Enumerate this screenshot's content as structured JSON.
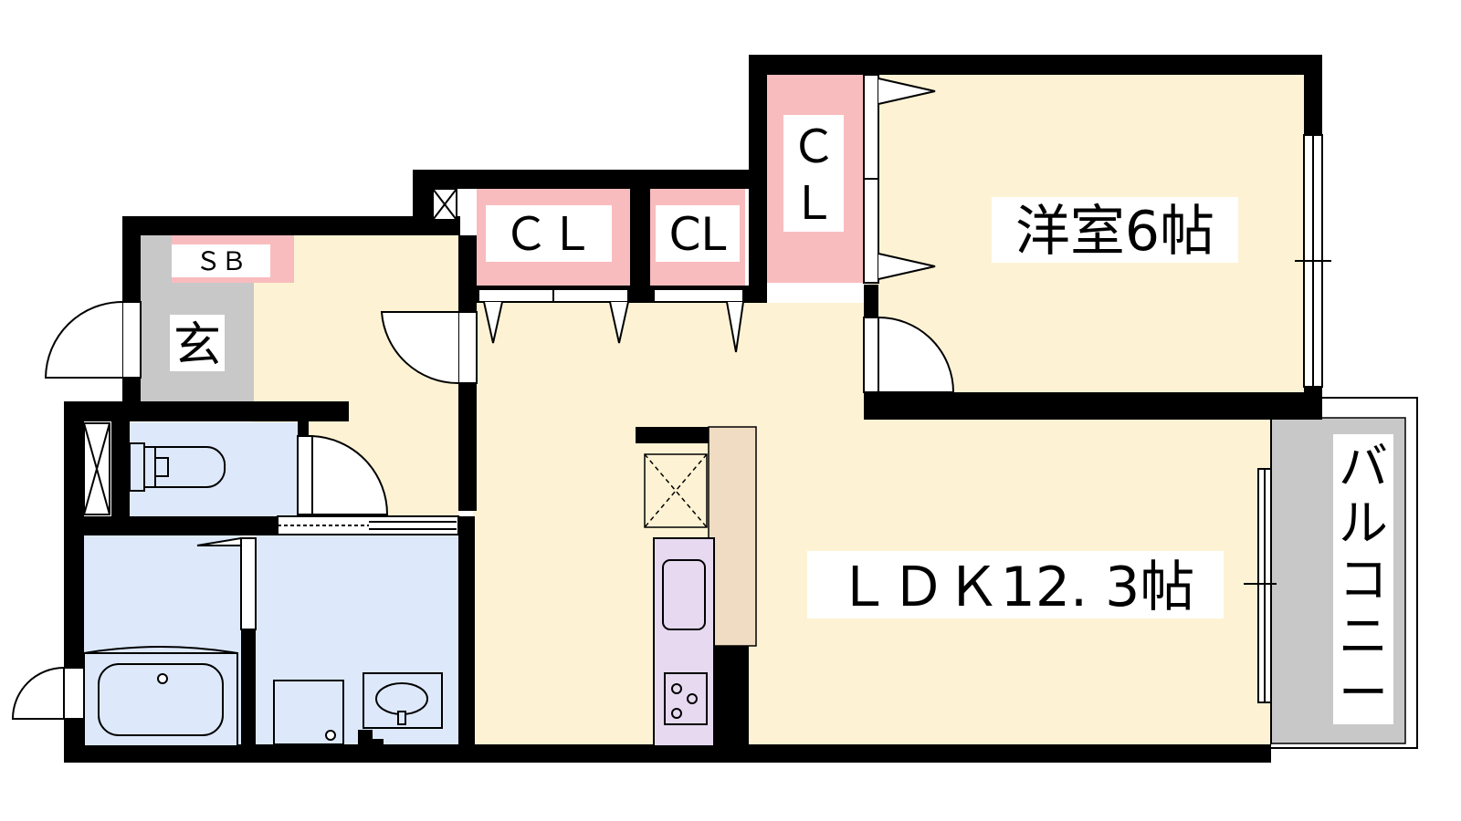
{
  "rooms": {
    "western_room": "洋室6帖",
    "ldk": "ＬＤＫ12. 3帖",
    "entrance": "玄",
    "shoe_box": "ＳＢ",
    "closet_corridor_left": "ＣＬ",
    "closet_corridor_right": "CL",
    "closet_bedroom_top": "Ｃ",
    "closet_bedroom_bottom": "Ｌ",
    "balcony": [
      "バ",
      "ル",
      "コ",
      "ニ",
      "ー"
    ]
  },
  "colors": {
    "room_fill": "#fdf3d4",
    "wet_area_fill": "#dde9fb",
    "closet_fill": "#f9bcbe",
    "entrance_fill": "#c8c8c8",
    "kitchen_fill": "#e6d9f0",
    "counter_fill": "#efdcc2",
    "wall": "#000000"
  }
}
